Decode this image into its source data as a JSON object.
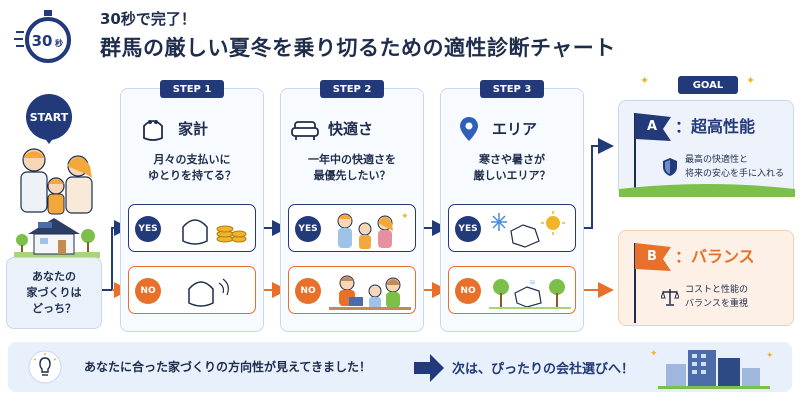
{
  "header": {
    "timer_number": "30",
    "timer_unit": "秒",
    "subtitle": "30秒で完了！",
    "title": "群馬の厳しい夏冬を乗り切るための適性診断チャート"
  },
  "start": {
    "badge": "START",
    "question": "あなたの\n家づくりは\nどっち？"
  },
  "steps": [
    {
      "label": "STEP 1",
      "title": "家計",
      "icon": "wallet-icon",
      "question": "月々の支払いに\nゆとりを持てる？",
      "yes": "YES",
      "no": "NO"
    },
    {
      "label": "STEP 2",
      "title": "快適さ",
      "icon": "sofa-icon",
      "question": "一年中の快適さを\n最優先したい？",
      "yes": "YES",
      "no": "NO"
    },
    {
      "label": "STEP 3",
      "title": "エリア",
      "icon": "location-pin-icon",
      "question": "寒さや暑さが\n厳しいエリア？",
      "yes": "YES",
      "no": "NO"
    }
  ],
  "goal": {
    "label": "GOAL",
    "a": {
      "letter": "A",
      "name": "：超高性能",
      "desc": "最高の快適性と\n将来の安心を手に入れる",
      "icon": "shield-icon"
    },
    "b": {
      "letter": "B",
      "name": "：バランス",
      "desc": "コストと性能の\nバランスを重視",
      "icon": "scale-icon"
    }
  },
  "footer": {
    "left": "あなたに合った家づくりの方向性が見えてきました！",
    "right": "次は、ぴったりの会社選びへ！"
  },
  "colors": {
    "navy": "#22397a",
    "orange": "#e8702a",
    "light_blue": "#eaf1fb",
    "green": "#7cc04b"
  }
}
